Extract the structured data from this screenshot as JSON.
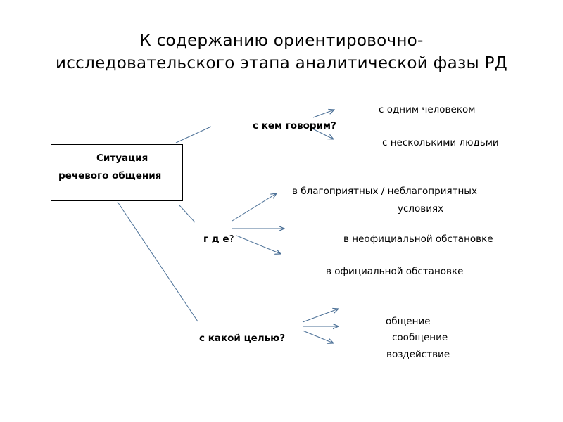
{
  "title": {
    "line1": "К содержанию ориентировочно-",
    "line2": "исследовательского этапа аналитической фазы РД"
  },
  "center_node": {
    "line1": "Ситуация",
    "line2": "речевого общения"
  },
  "branches": {
    "who": {
      "question": "с кем говорим?",
      "answers": [
        "с одним  человеком",
        "с несколькими людьми"
      ]
    },
    "where": {
      "question": "г д е",
      "question_mark": "?",
      "answers": [
        "в благоприятных / неблагоприятных",
        "условиях",
        "в неофициальной обстановке",
        "в официальной обстановке"
      ]
    },
    "purpose": {
      "question": "с какой целью?",
      "answers": [
        "общение",
        "сообщение",
        "воздействие"
      ]
    }
  },
  "colors": {
    "connector": "#4a6f96",
    "box_border": "#000000"
  }
}
